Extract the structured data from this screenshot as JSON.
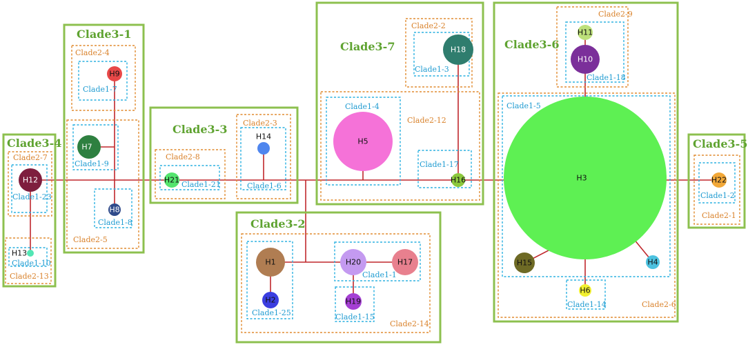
{
  "clade3": [
    {
      "id": "c3-1",
      "label": "Clade3-1"
    },
    {
      "id": "c3-2",
      "label": "Clade3-2"
    },
    {
      "id": "c3-3",
      "label": "Clade3-3"
    },
    {
      "id": "c3-4",
      "label": "Clade3-4"
    },
    {
      "id": "c3-5",
      "label": "Clade3-5"
    },
    {
      "id": "c3-6",
      "label": "Clade3-6"
    },
    {
      "id": "c3-7",
      "label": "Clade3-7"
    }
  ],
  "clade2": [
    {
      "id": "c2-1",
      "label": "Clade2-1"
    },
    {
      "id": "c2-2",
      "label": "Clade2-2"
    },
    {
      "id": "c2-3",
      "label": "Clade2-3"
    },
    {
      "id": "c2-4",
      "label": "Clade2-4"
    },
    {
      "id": "c2-5",
      "label": "Clade2-5"
    },
    {
      "id": "c2-6",
      "label": "Clade2-6"
    },
    {
      "id": "c2-7",
      "label": "Clade2-7"
    },
    {
      "id": "c2-8",
      "label": "Clade2-8"
    },
    {
      "id": "c2-9",
      "label": "Clade2-9"
    },
    {
      "id": "c2-12",
      "label": "Clade2-12"
    },
    {
      "id": "c2-13",
      "label": "Clade2-13"
    },
    {
      "id": "c2-14",
      "label": "Clade2-14"
    }
  ],
  "clade1": [
    {
      "id": "c1-1",
      "label": "Clade1-1"
    },
    {
      "id": "c1-2",
      "label": "Clade1-2"
    },
    {
      "id": "c1-3",
      "label": "Clade1-3"
    },
    {
      "id": "c1-4",
      "label": "Clade1-4"
    },
    {
      "id": "c1-5",
      "label": "Clade1-5"
    },
    {
      "id": "c1-6",
      "label": "Clade1-6"
    },
    {
      "id": "c1-7",
      "label": "Clade1-7"
    },
    {
      "id": "c1-8",
      "label": "Clade1-8"
    },
    {
      "id": "c1-9",
      "label": "Clade1-9"
    },
    {
      "id": "c1-10",
      "label": "Clade1-10"
    },
    {
      "id": "c1-14",
      "label": "Clade1-14"
    },
    {
      "id": "c1-15",
      "label": "Clade1-15"
    },
    {
      "id": "c1-17",
      "label": "Clade1-17"
    },
    {
      "id": "c1-18",
      "label": "Clade1-18"
    },
    {
      "id": "c1-21",
      "label": "Clade1-21"
    },
    {
      "id": "c1-23",
      "label": "Clade1-23"
    },
    {
      "id": "c1-25",
      "label": "Clade1-25"
    }
  ],
  "haplotypes": [
    {
      "id": "H1",
      "label": "H1",
      "color": "#b07d52"
    },
    {
      "id": "H2",
      "label": "H2",
      "color": "#3b3ee0"
    },
    {
      "id": "H3",
      "label": "H3",
      "color": "#5ef053"
    },
    {
      "id": "H4",
      "label": "H4",
      "color": "#4cc2e0"
    },
    {
      "id": "H5",
      "label": "H5",
      "color": "#f572d8"
    },
    {
      "id": "H6",
      "label": "H6",
      "color": "#f2f030"
    },
    {
      "id": "H7",
      "label": "H7",
      "color": "#2e8040"
    },
    {
      "id": "H8",
      "label": "H8",
      "color": "#2f4a8a"
    },
    {
      "id": "H9",
      "label": "H9",
      "color": "#e84848"
    },
    {
      "id": "H10",
      "label": "H10",
      "color": "#7b2f9a"
    },
    {
      "id": "H11",
      "label": "H11",
      "color": "#bde07a"
    },
    {
      "id": "H12",
      "label": "H12",
      "color": "#7e1e3e"
    },
    {
      "id": "H13",
      "label": "H13",
      "color": "#52e6b4"
    },
    {
      "id": "H14",
      "label": "H14",
      "color": "#4f86ee"
    },
    {
      "id": "H15",
      "label": "H15",
      "color": "#6e6a25"
    },
    {
      "id": "H16",
      "label": "H16",
      "color": "#8cc83c"
    },
    {
      "id": "H17",
      "label": "H17",
      "color": "#e8808e"
    },
    {
      "id": "H18",
      "label": "H18",
      "color": "#2f7d6e"
    },
    {
      "id": "H19",
      "label": "H19",
      "color": "#a53fd3"
    },
    {
      "id": "H20",
      "label": "H20",
      "color": "#c49af0"
    },
    {
      "id": "H21",
      "label": "H21",
      "color": "#54e46e"
    },
    {
      "id": "H22",
      "label": "H22",
      "color": "#f2a838"
    }
  ],
  "colors": {
    "clade3_border": "#8dc04f",
    "clade3_text": "#5fa331",
    "clade2_border": "#e08a2e",
    "clade1_border": "#2ab0e0",
    "edge": "#c0262b"
  }
}
